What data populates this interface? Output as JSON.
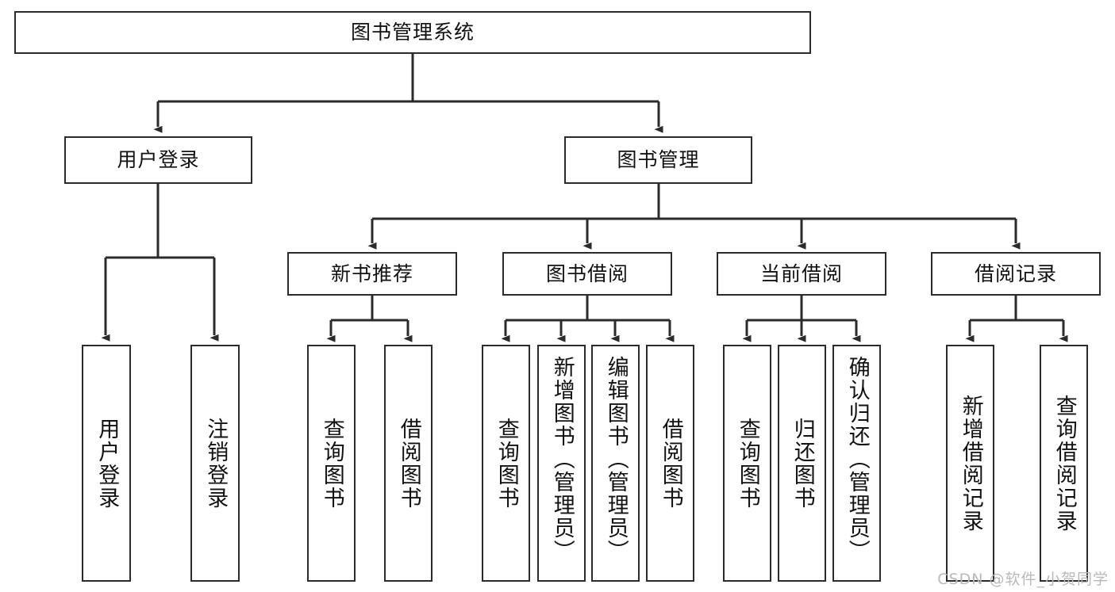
{
  "diagram": {
    "type": "tree",
    "title": "图书管理系统",
    "orientation": "top-down",
    "colors": {
      "background": "#ffffff",
      "node_border": "#2b2b2b",
      "node_fill": "#ffffff",
      "edge": "#2b2b2b",
      "text": "#111111",
      "watermark": "#b9b9b9"
    },
    "nodes": {
      "root": {
        "label": "图书管理系统"
      },
      "level2": [
        {
          "id": "user-login",
          "label": "用户登录"
        },
        {
          "id": "book-management",
          "label": "图书管理"
        }
      ],
      "level3": [
        {
          "id": "new-book-recommend",
          "label": "新书推荐"
        },
        {
          "id": "book-borrow",
          "label": "图书借阅"
        },
        {
          "id": "current-borrow",
          "label": "当前借阅"
        },
        {
          "id": "borrow-record",
          "label": "借阅记录"
        }
      ],
      "leaves": {
        "user_login": [
          {
            "id": "leaf-user-login",
            "label": "用户登录"
          },
          {
            "id": "leaf-logout",
            "label": "注销登录"
          }
        ],
        "new_book_recommend": [
          {
            "id": "leaf-query-book-1",
            "label": "查询图书"
          },
          {
            "id": "leaf-borrow-book-1",
            "label": "借阅图书"
          }
        ],
        "book_borrow": [
          {
            "id": "leaf-query-book-2",
            "label": "查询图书"
          },
          {
            "id": "leaf-add-book",
            "label": "新增图书（管理员）"
          },
          {
            "id": "leaf-edit-book",
            "label": "编辑图书（管理员）"
          },
          {
            "id": "leaf-borrow-book-2",
            "label": "借阅图书"
          }
        ],
        "current_borrow": [
          {
            "id": "leaf-query-book-3",
            "label": "查询图书"
          },
          {
            "id": "leaf-return-book",
            "label": "归还图书"
          },
          {
            "id": "leaf-confirm-return",
            "label": "确认归还（管理员）"
          }
        ],
        "borrow_record": [
          {
            "id": "leaf-add-record",
            "label": "新增借阅记录"
          },
          {
            "id": "leaf-query-record",
            "label": "查询借阅记录"
          }
        ]
      }
    }
  },
  "watermark": {
    "text": "CSDN @软件_小贺同学"
  }
}
